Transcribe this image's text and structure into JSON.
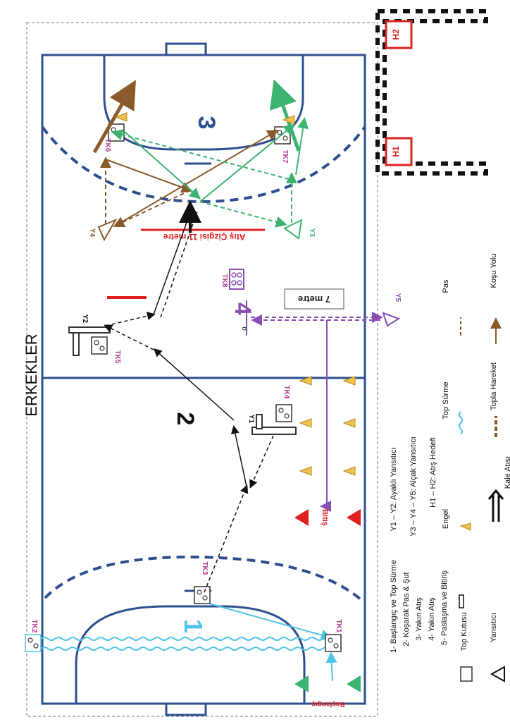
{
  "title": "ERKEKLER",
  "zones": [
    "1",
    "2",
    "3",
    "4"
  ],
  "stations": [
    "TK1",
    "TK2",
    "TK3",
    "TK4",
    "TK5",
    "TK6",
    "TK7",
    "TK8"
  ],
  "reflectors": [
    "Y1",
    "Y2",
    "Y3",
    "Y4",
    "Y5"
  ],
  "targets": [
    "H1",
    "H2"
  ],
  "labels": {
    "shot_line": "Atış Çizgisi  11 metre",
    "seven_m": "7 metre",
    "start": "Başlangıç",
    "finish": "Bitiş",
    "point_o": "o"
  },
  "legend": {
    "items": [
      "1-   Başlangıç ve Top Sürme",
      "2-   Koşarak Pas & Şut",
      "3-   Yakın Atış",
      "4-   Yakın Atış",
      "5-   Paslaşma ve Bitiriş"
    ],
    "box_label": "Top Kutusu",
    "defs": [
      "Y1 – Y2: Ayaklı Yansıtıcı",
      "Y3 – Y4 – Y5: Alçak Yansıtıcı",
      "H1 – H2: Atış Hedefi"
    ],
    "engel": "Engel",
    "kale": "Kale Atışı",
    "top_surme": "Top Sürme",
    "topla_hareket": "Topla Hareket",
    "pas": "Pas",
    "kosu_yolu": "Koşu Yolu",
    "yansitici": "Yansıtıcı"
  },
  "colors": {
    "court": "#2e4f8f",
    "dribble": "#4fc3e8",
    "team_brown": "#8b5a2b",
    "team_green": "#3cb371",
    "purple": "#8a4fb5",
    "red": "#e02020",
    "magenta": "#b0368f",
    "cone": "#f2c14e"
  }
}
